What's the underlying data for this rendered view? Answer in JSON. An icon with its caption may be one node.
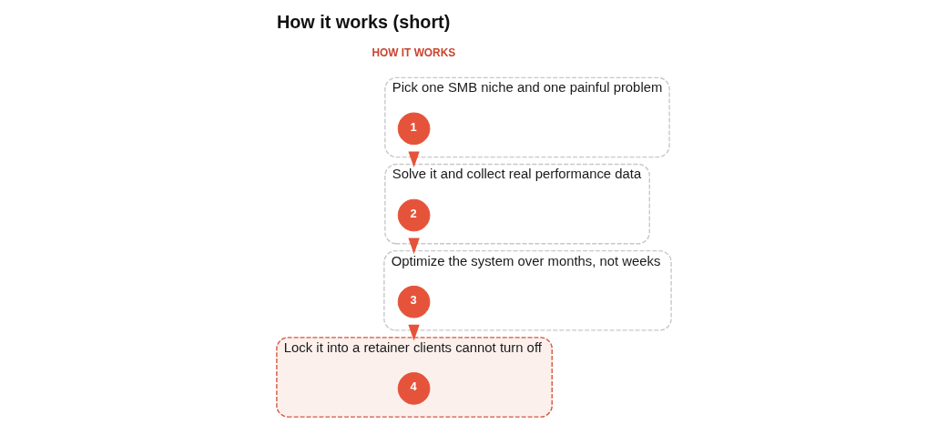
{
  "diagram": {
    "title": "How it works (short)",
    "nodes": [
      {
        "text": [
          "Pick one SMB niche and one painful problem"
        ]
      },
      {
        "text": [
          "1"
        ],
        "in": 0
      },
      {
        "text": [
          "Solve it and collect real performance data"
        ]
      },
      {
        "text": [
          "2"
        ],
        "in": 2
      },
      {
        "text": [
          "Optimize the system over months, not weeks"
        ]
      },
      {
        "text": [
          "3"
        ],
        "in": 4
      },
      {
        "text": [
          "Lock it into a retainer clients cannot turn off"
        ]
      },
      {
        "text": [
          "4"
        ],
        "in": 6
      }
    ],
    "edges": [
      {
        "from": 0,
        "to": 2,
        "arrow": "to"
      },
      {
        "from": 2,
        "to": 4,
        "arrow": "to"
      },
      {
        "from": 4,
        "to": 6,
        "arrow": "to"
      }
    ],
    "labels": [
      "HOW IT WORKS"
    ]
  }
}
